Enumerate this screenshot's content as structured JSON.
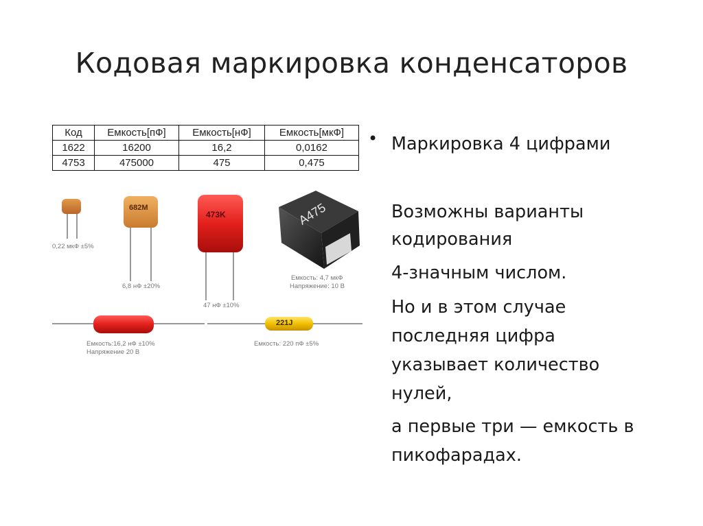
{
  "title": "Кодовая маркировка конденсаторов",
  "table": {
    "headers": [
      "Код",
      "Емкость[пФ]",
      "Емкость[нФ]",
      "Емкость[мкФ]"
    ],
    "rows": [
      [
        "1622",
        "16200",
        "16,2",
        "0,0162"
      ],
      [
        "4753",
        "475000",
        "475",
        "0,475"
      ]
    ]
  },
  "photo": {
    "markings": [
      "682M",
      "473K",
      "A475",
      "221J"
    ],
    "captions": {
      "cap1": "0,22 мкФ ±5%",
      "cap2": "6,8 нФ ±20%",
      "cap3": "47 нФ ±10%",
      "smd_line1": "Емкость: 4,7 мкФ",
      "smd_line2": "Напряжение: 10 В",
      "axial1_line1": "Емкость:16,2 нФ ±10%",
      "axial1_line2": "Напряжение 20 В",
      "axial2_line1": "Емкость: 220 пФ ±5%"
    }
  },
  "bullet": "Маркировка 4 цифрами",
  "paragraphs": [
    "Возможны варианты",
    "кодирования",
    "4-значным числом.",
    "Но и в этом случае",
    "последняя цифра",
    "указывает количество",
    "нулей,",
    "а первые три — емкость в",
    "пикофарадах."
  ]
}
